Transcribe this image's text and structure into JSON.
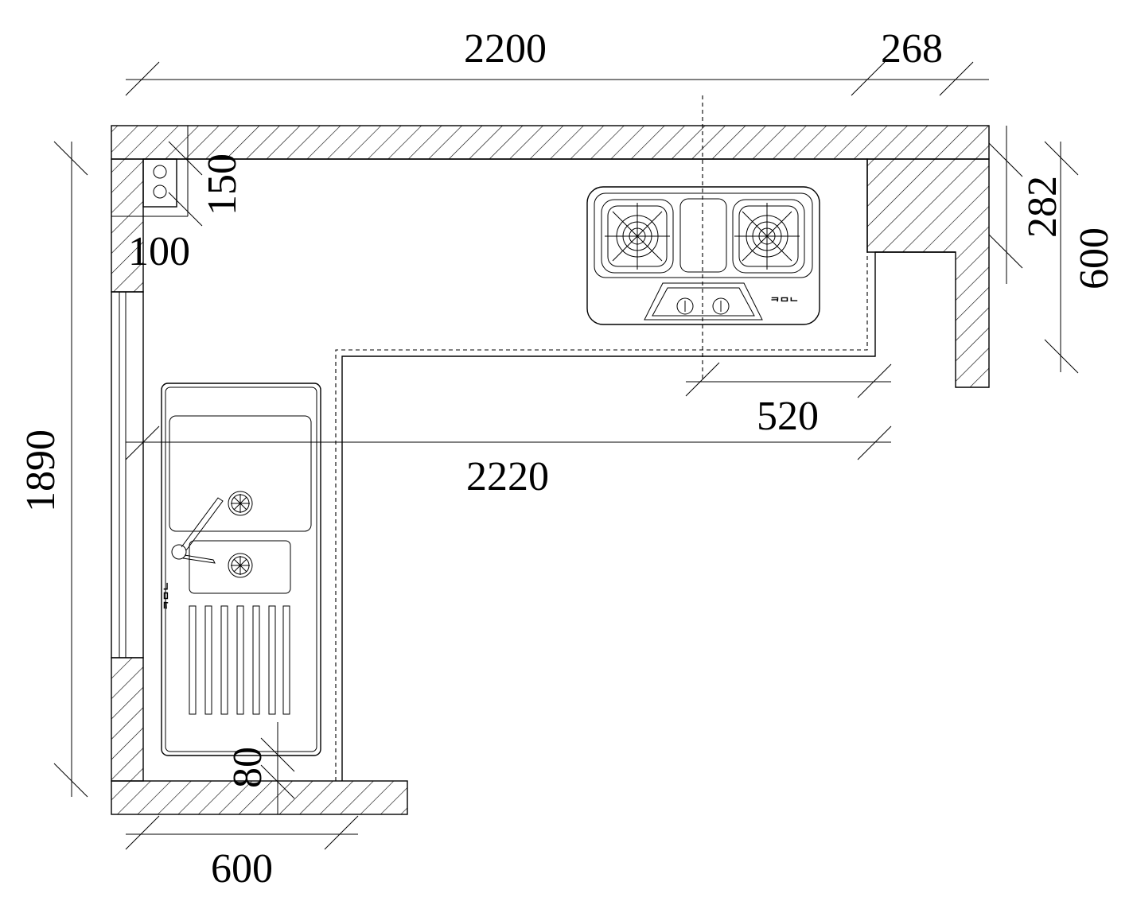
{
  "dimensions": {
    "top_length": "2200",
    "top_right": "268",
    "right_small": "282",
    "right_depth": "600",
    "socket_offset": "150",
    "socket_inset": "100",
    "hob_offset": "520",
    "middle_length": "2220",
    "left_length": "1890",
    "sink_gap": "80",
    "bottom_depth": "600"
  },
  "appliances": {
    "hob_brand": "ᄏᄆᄂ",
    "sink_brand": "ᄏᄆᄂ"
  }
}
